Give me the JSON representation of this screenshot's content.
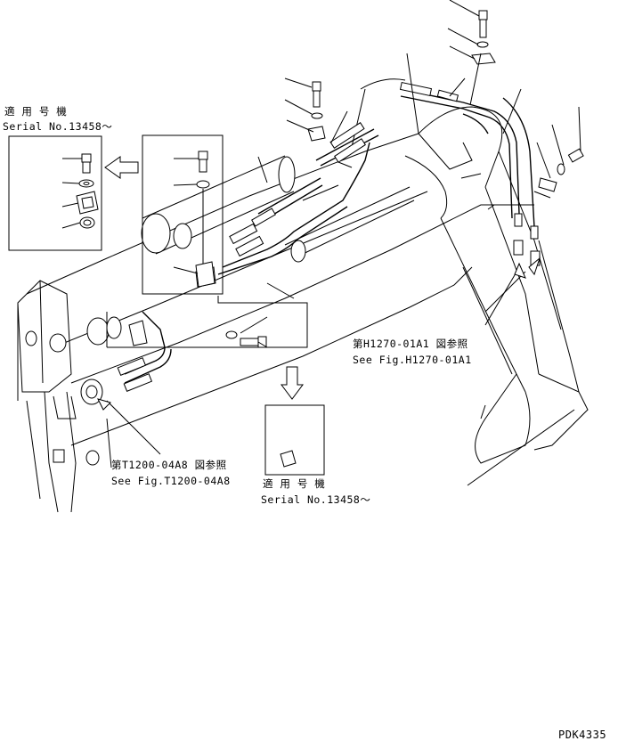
{
  "callouts": {
    "serial_note_left": {
      "line1": "適 用 号 機",
      "line2": "Serial No.13458～"
    },
    "serial_note_bottom": {
      "line1": "適 用 号 機",
      "line2": "Serial No.13458～"
    },
    "ref_h1270": {
      "line1": "第H1270-01A1 図参照",
      "line2": "See Fig.H1270-01A1"
    },
    "ref_t1200": {
      "line1": "第T1200-04A8 図参照",
      "line2": "See Fig.T1200-04A8"
    }
  },
  "drawing_code": "PDK4335"
}
